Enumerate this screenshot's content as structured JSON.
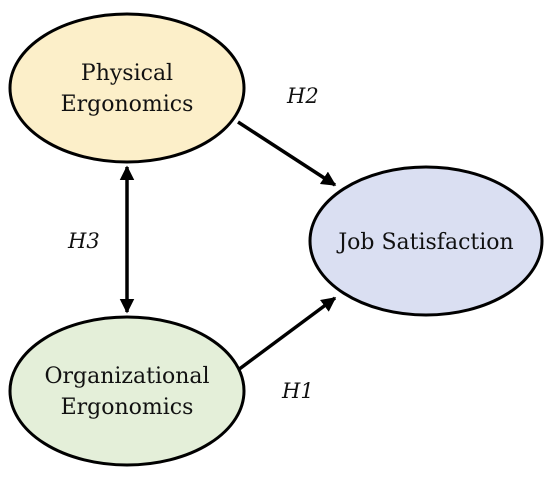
{
  "nodes": {
    "physical": {
      "line1": "Physical",
      "line2": "Ergonomics",
      "fill": "#fcefc9"
    },
    "organizational": {
      "line1": "Organizational",
      "line2": "Ergonomics",
      "fill": "#e4efd9"
    },
    "job": {
      "label": "Job Satisfaction",
      "fill": "#dadff2"
    }
  },
  "hypotheses": {
    "h1": "H1",
    "h2": "H2",
    "h3": "H3"
  },
  "colors": {
    "stroke": "#000000",
    "text": "#111111"
  }
}
